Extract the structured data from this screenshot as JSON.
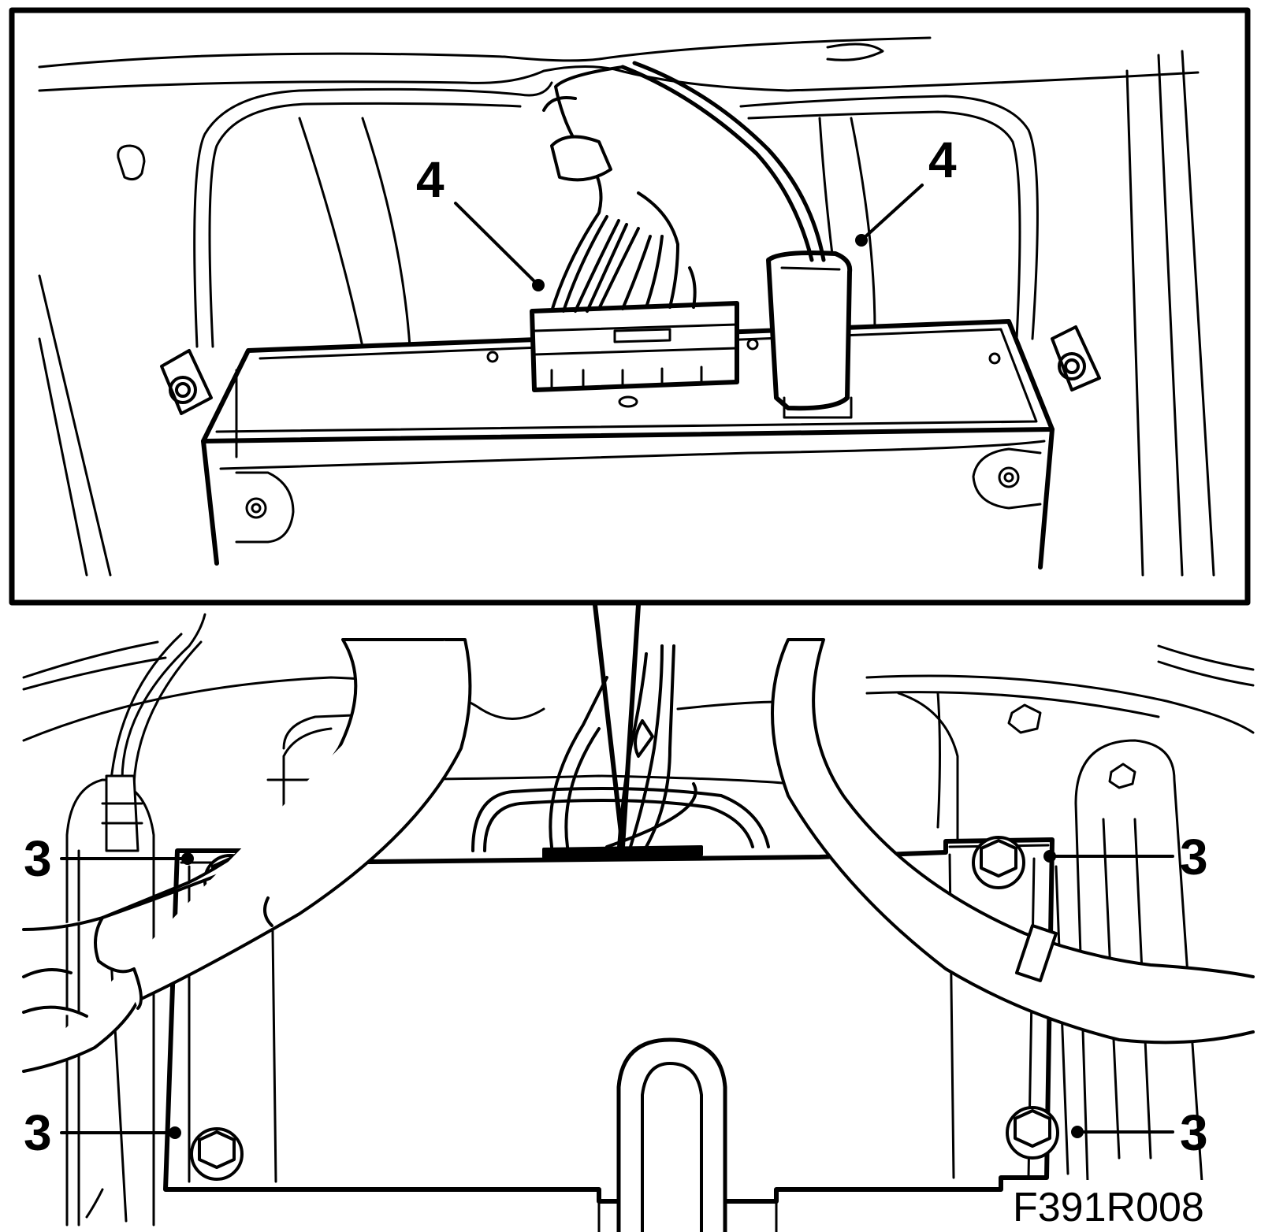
{
  "figure_id": "F391R008",
  "callouts": {
    "connector_left": "4",
    "connector_right": "4",
    "bolt_top_left": "3",
    "bolt_top_right": "3",
    "bolt_bottom_left": "3",
    "bolt_bottom_right": "3"
  },
  "colors": {
    "line": "#000000",
    "fill": "#ffffff"
  }
}
